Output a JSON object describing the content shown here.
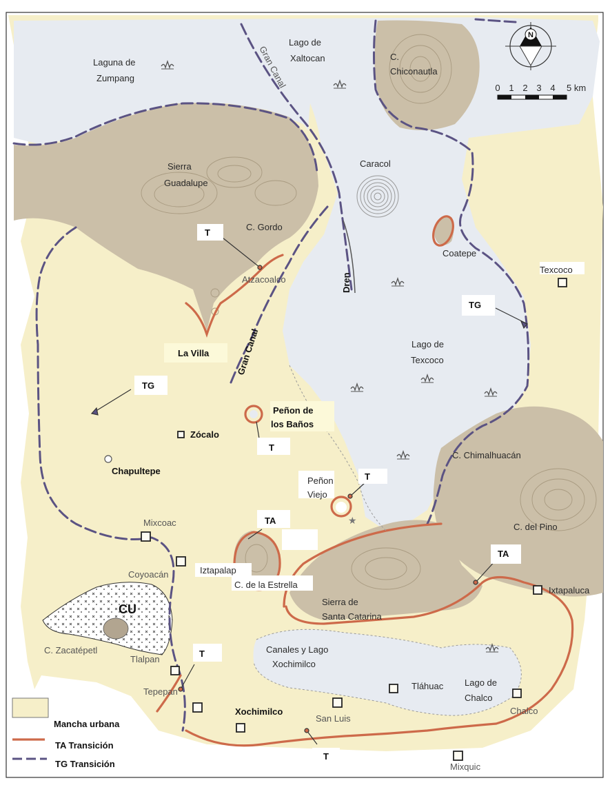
{
  "colors": {
    "urban": "#f6efc9",
    "lake": "#e7ebf1",
    "mountain": "#cbbfa8",
    "ta_line": "#cd6a4a",
    "tg_line": "#5b5383",
    "town_marker": "#222222"
  },
  "labels": {
    "laguna_zumpang": [
      "Laguna de",
      "Zumpang"
    ],
    "lago_xaltocan": [
      "Lago de",
      "Xaltocan"
    ],
    "c_chiconautla": [
      "C.",
      "Chiconautla"
    ],
    "gran_canal_top": "Gran Canal",
    "sierra_guadalupe": [
      "Sierra",
      "Guadalupe"
    ],
    "caracol": "Caracol",
    "c_gordo": "C. Gordo",
    "t_gordo": "T",
    "coatepe": "Coatepe",
    "texcoco_town": "Texcoco",
    "atzacoalco": "Atzacoalco",
    "dren": "Dren",
    "tg_east": "TG",
    "la_villa": "La Villa",
    "gran_canal_mid": "Gran Canal",
    "lago_texcoco": [
      "Lago de",
      "Texcoco"
    ],
    "tg_west": "TG",
    "penon_banos": [
      "Peñon de",
      "los Baños"
    ],
    "zocalo": "Zócalo",
    "t_banos": "T",
    "chapultepe": "Chapultepe",
    "c_chimalhuacan": "C. Chimalhuacán",
    "penon_viejo": [
      "Peñon",
      "Viejo"
    ],
    "t_viejo": "T",
    "mixcoac": "Mixcoac",
    "ta_estrella": "TA",
    "c_del_pino": "C. del Pino",
    "ta_east": "TA",
    "iztapalap": "Iztapalap",
    "coyoacan": "Coyoacán",
    "c_estrella": "C. de la Estrella",
    "ixtapaluca": "Ixtapaluca",
    "cu": "CU",
    "sierra_santa_catarina": [
      "Sierra de",
      "Santa Catarina"
    ],
    "c_zacatepetl": "C. Zacatépetl",
    "tlalpan": "Tlalpan",
    "t_tlalpan": "T",
    "canales_xochimilco": [
      "Canales y Lago",
      "Xochimilco"
    ],
    "tlahuac": "Tláhuac",
    "lago_chalco": [
      "Lago de",
      "Chalco"
    ],
    "tepepan": "Tepepan",
    "xochimilco": "Xochimilco",
    "san_luis": "San Luis",
    "chalco": "Chalco",
    "t_san_luis": "T",
    "mixquic": "Mixquic"
  },
  "scale": {
    "ticks": [
      "0",
      "1",
      "2",
      "3",
      "4",
      "5 km"
    ]
  },
  "north_arrow": {
    "letter": "N"
  },
  "legend": {
    "items": [
      {
        "label": "Mancha urbana"
      },
      {
        "label": "TA  Transición"
      },
      {
        "label": "TG  Transición"
      }
    ]
  }
}
